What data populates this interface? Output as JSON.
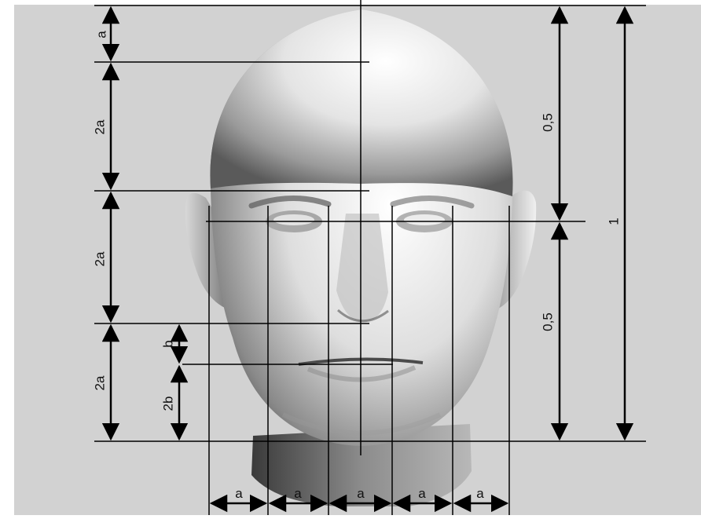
{
  "labels": {
    "top_a": "a",
    "forehead_2a": "2a",
    "nose_2a": "2a",
    "lower_2a": "2a",
    "b": "b",
    "two_b": "2b",
    "upper_half": "0,5",
    "lower_half": "0,5",
    "full_height": "1",
    "width_1": "a",
    "width_2": "a",
    "width_3": "a",
    "width_4": "a",
    "width_5": "a"
  },
  "colors": {
    "background": "#d2d2d2",
    "lines": "#000000"
  }
}
